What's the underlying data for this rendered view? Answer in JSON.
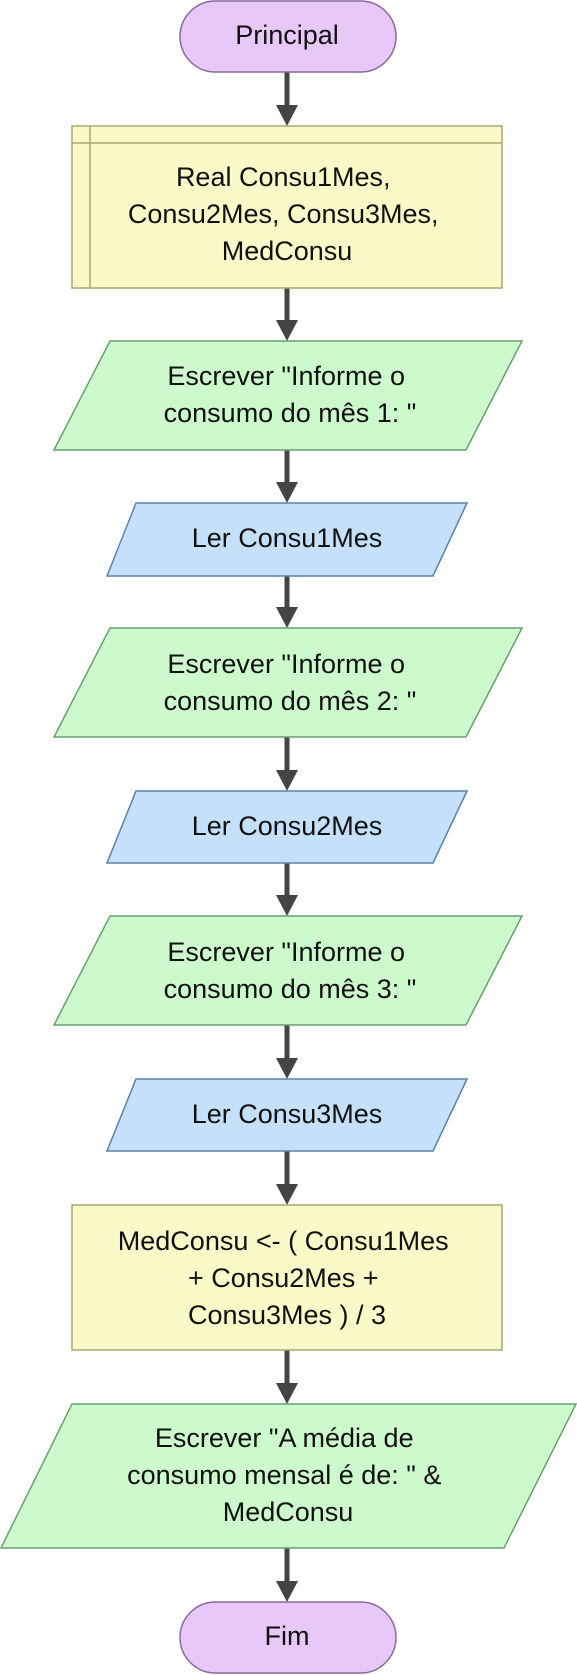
{
  "flowchart": {
    "start": {
      "label": "Principal"
    },
    "declare": {
      "lines": [
        "Real Consu1Mes,",
        "Consu2Mes, Consu3Mes,",
        "MedConsu"
      ]
    },
    "output1": {
      "lines": [
        "Escrever \"Informe o",
        "consumo do mês 1: \""
      ]
    },
    "input1": {
      "lines": [
        "Ler Consu1Mes"
      ]
    },
    "output2": {
      "lines": [
        "Escrever \"Informe o",
        "consumo do mês 2: \""
      ]
    },
    "input2": {
      "lines": [
        "Ler Consu2Mes"
      ]
    },
    "output3": {
      "lines": [
        "Escrever \"Informe o",
        "consumo do mês 3: \""
      ]
    },
    "input3": {
      "lines": [
        "Ler Consu3Mes"
      ]
    },
    "process": {
      "lines": [
        "MedConsu <- ( Consu1Mes",
        "+ Consu2Mes +",
        "Consu3Mes ) / 3"
      ]
    },
    "output4": {
      "lines": [
        "Escrever \"A média de",
        "consumo mensal é de: \" &",
        "MedConsu"
      ]
    },
    "end": {
      "label": "Fim"
    }
  },
  "colors": {
    "terminal_fill": "#e8c8f8",
    "terminal_stroke": "#8a6a9a",
    "declare_fill": "#fafac8",
    "declare_stroke": "#a8a870",
    "output_fill": "#ccfacc",
    "output_stroke": "#6aa06a",
    "input_fill": "#c4e0fa",
    "input_stroke": "#5a82a8",
    "arrow": "#444444"
  }
}
